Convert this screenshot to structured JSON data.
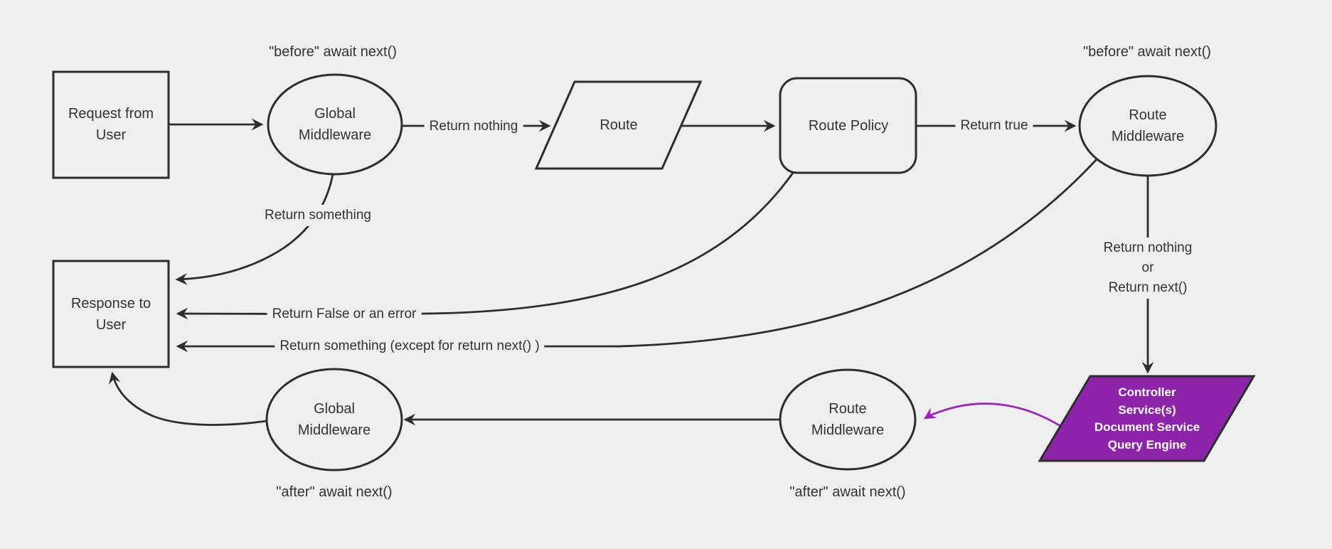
{
  "diagram_title": "middleware-request-flow-diagram",
  "colors": {
    "background": "#efefef",
    "node_fill": "#efefef",
    "stroke": "#2d2d2d",
    "text": "#333333",
    "purple_fill": "#8e24aa",
    "purple_stroke": "#2d2d2d",
    "purple_link": "#9b27b8",
    "controller_text": "#ffffff"
  },
  "nodes": {
    "request": {
      "label": "Request from\nUser",
      "shape": "rectangle"
    },
    "global_mw_top": {
      "label": "Global\nMiddleware",
      "shape": "ellipse"
    },
    "route": {
      "label": "Route",
      "shape": "parallelogram"
    },
    "route_policy": {
      "label": "Route Policy",
      "shape": "rounded-rectangle"
    },
    "route_mw_top": {
      "label": "Route\nMiddleware",
      "shape": "ellipse"
    },
    "response": {
      "label": "Response to\nUser",
      "shape": "rectangle"
    },
    "controller": {
      "label": "Controller\nService(s)\nDocument Service\nQuery Engine",
      "shape": "parallelogram"
    },
    "route_mw_bottom": {
      "label": "Route\nMiddleware",
      "shape": "ellipse"
    },
    "global_mw_bottom": {
      "label": "Global\nMiddleware",
      "shape": "ellipse"
    }
  },
  "edge_labels": {
    "before_global": "\"before\" await next()",
    "before_route": "\"before\" await next()",
    "return_nothing": "Return nothing",
    "return_true": "Return true",
    "return_something": "Return something",
    "return_false": "Return False or an error",
    "return_except": "Return something (except for return next() )",
    "return_nothing_or_next": "Return nothing\nor\nReturn next()",
    "after_route": "\"after\" await next()",
    "after_global": "\"after\" await next()"
  }
}
